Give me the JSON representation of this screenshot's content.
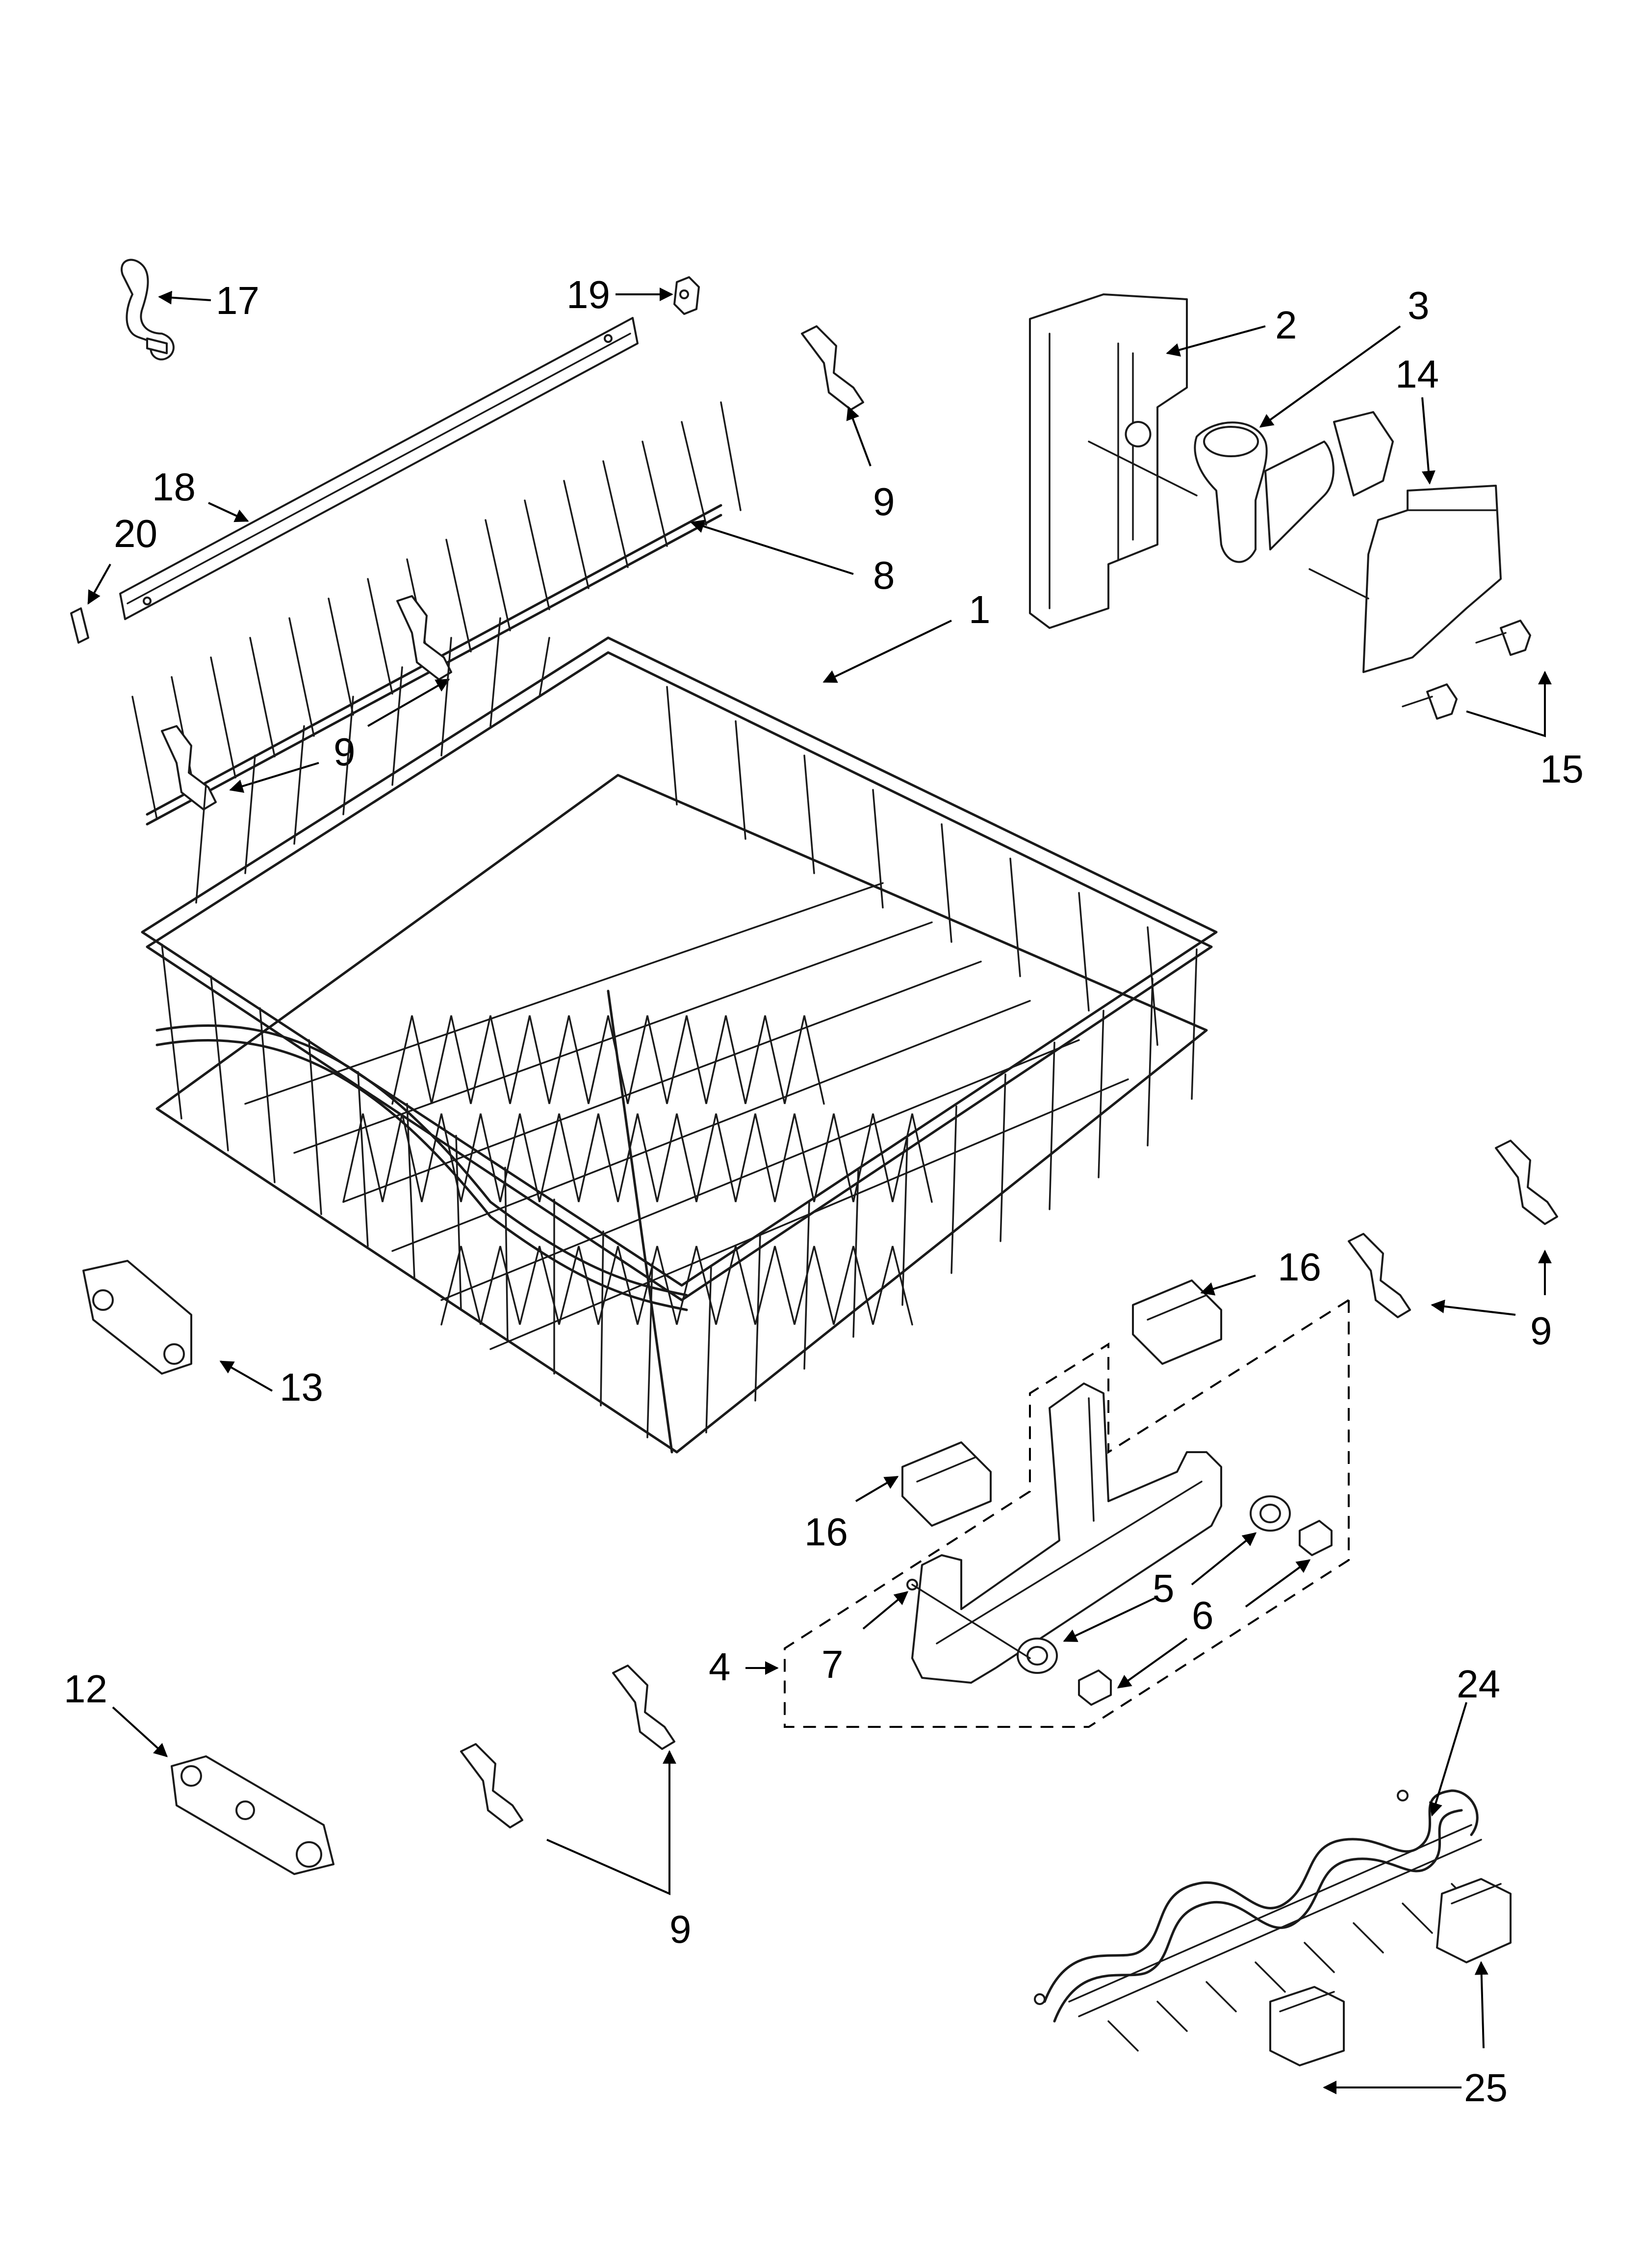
{
  "diagram": {
    "callouts": {
      "c17": "17",
      "c19": "19",
      "c18": "18",
      "c20": "20",
      "c8": "8",
      "c9a": "9",
      "c9b": "9",
      "c9c": "9",
      "c9d": "9",
      "c1": "1",
      "c2": "2",
      "c3": "3",
      "c14": "14",
      "c15": "15",
      "c13": "13",
      "c16a": "16",
      "c16b": "16",
      "c5": "5",
      "c6": "6",
      "c7": "7",
      "c4": "4",
      "c12": "12",
      "c24": "24",
      "c25": "25"
    }
  }
}
